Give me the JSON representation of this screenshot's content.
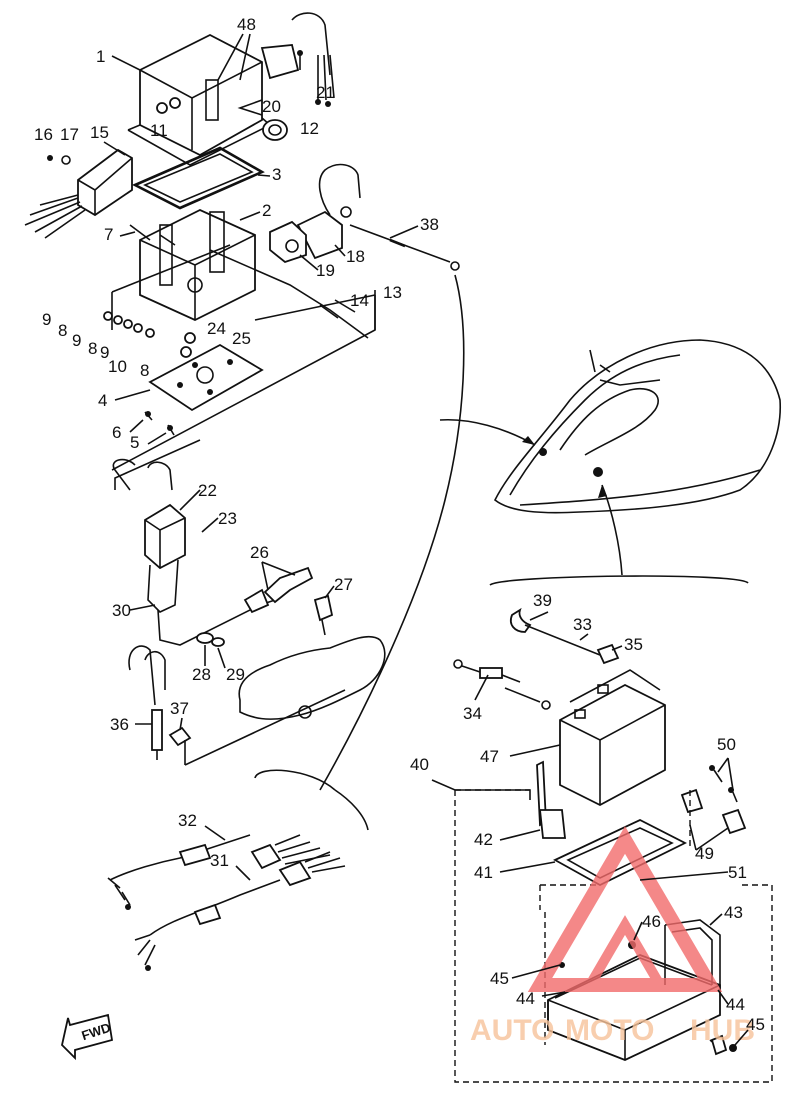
{
  "diagram": {
    "callouts": [
      "1",
      "48",
      "20",
      "21",
      "12",
      "16",
      "17",
      "15",
      "11",
      "3",
      "2",
      "7",
      "38",
      "18",
      "19",
      "9",
      "8",
      "9",
      "8",
      "9",
      "10",
      "8",
      "24",
      "25",
      "14",
      "13",
      "4",
      "6",
      "5",
      "22",
      "23",
      "26",
      "27",
      "30",
      "28",
      "29",
      "36",
      "37",
      "39",
      "33",
      "35",
      "34",
      "47",
      "40",
      "50",
      "42",
      "49",
      "41",
      "51",
      "43",
      "46",
      "45",
      "44",
      "44",
      "45",
      "32",
      "31"
    ],
    "fwd_label": "FWD",
    "watermark": {
      "text_left": "AUTO",
      "text_mid": "MOTO",
      "text_right": "HUB",
      "color_primary": "#f26b6b",
      "color_secondary": "#f7c39a"
    }
  }
}
